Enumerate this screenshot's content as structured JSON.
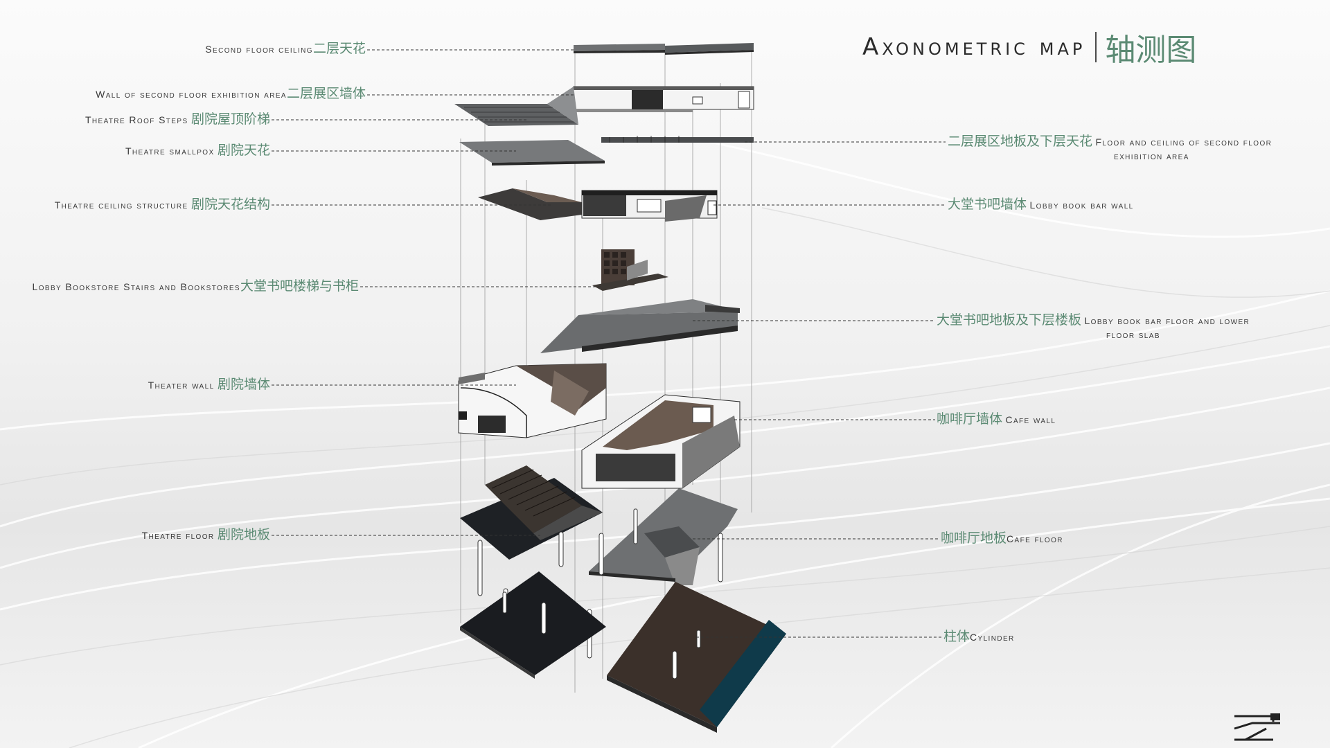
{
  "title": {
    "en": "Axonometric map",
    "cn": "轴测图"
  },
  "colors": {
    "accent_green": "#5b8a73",
    "label_text": "#3a3a3a",
    "leader_line": "#333333",
    "water_blue": "#0f3a4a",
    "dark_slab": "#1e2125"
  },
  "labels_left": [
    {
      "id": "second-floor-ceiling",
      "en": "Second floor ceiling",
      "cn": "二层天花"
    },
    {
      "id": "second-floor-exhibition-wall",
      "en": "Wall of second floor exhibition area",
      "cn": "二层展区墙体"
    },
    {
      "id": "theatre-roof-steps",
      "en": "Theatre Roof Steps",
      "cn": "剧院屋顶阶梯"
    },
    {
      "id": "theatre-smallpox",
      "en": "Theatre smallpox",
      "cn": "剧院天花"
    },
    {
      "id": "theatre-ceiling-structure",
      "en": "Theatre ceiling structure",
      "cn": "剧院天花结构"
    },
    {
      "id": "lobby-bookstore-stairs",
      "en": "Lobby Bookstore Stairs and Bookstores",
      "cn": "大堂书吧楼梯与书柜"
    },
    {
      "id": "theater-wall",
      "en": "Theater wall",
      "cn": "剧院墙体"
    },
    {
      "id": "theatre-floor",
      "en": "Theatre floor",
      "cn": "剧院地板"
    }
  ],
  "labels_right": [
    {
      "id": "second-floor-exhibition-floor",
      "cn": "二层展区地板及下层天花",
      "en": "Floor and ceiling of second floor",
      "en2": "exhibition area"
    },
    {
      "id": "lobby-book-bar-wall",
      "cn": "大堂书吧墙体",
      "en": "Lobby book bar wall",
      "en2": ""
    },
    {
      "id": "lobby-book-bar-floor",
      "cn": "大堂书吧地板及下层楼板",
      "en": "Lobby book bar floor and lower",
      "en2": "floor slab"
    },
    {
      "id": "cafe-wall",
      "cn": "咖啡厅墙体",
      "en": "Cafe wall",
      "en2": ""
    },
    {
      "id": "cafe-floor",
      "cn": "咖啡厅地板",
      "en": "Cafe floor",
      "en2": ""
    },
    {
      "id": "cylinder",
      "cn": "柱体",
      "en": "Cylinder",
      "en2": ""
    }
  ]
}
